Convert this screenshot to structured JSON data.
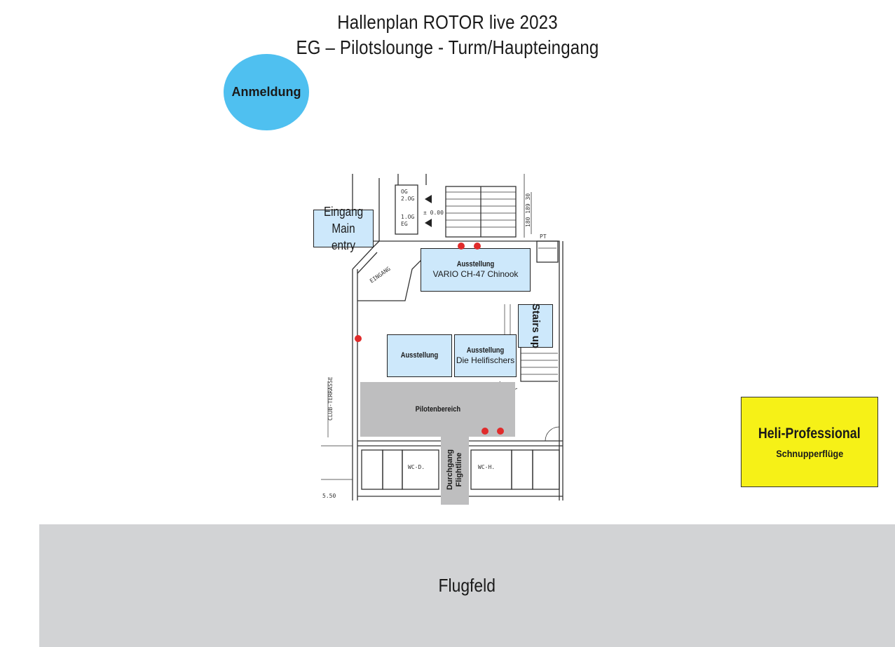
{
  "title": {
    "line1": "Hallenplan ROTOR live 2023",
    "line2": "EG – Pilotslounge - Turm/Haupteingang"
  },
  "anmeldung": "Anmeldung",
  "entrance": {
    "line1": "Eingang",
    "line2": "Main entry"
  },
  "exhibits": {
    "vario": {
      "title": "Ausstellung",
      "subtitle": "VARIO CH-47 Chinook"
    },
    "plain": {
      "title": "Ausstellung"
    },
    "helifischers": {
      "title": "Ausstellung",
      "subtitle": "Die Helifischers"
    }
  },
  "stairs": "Stairs up",
  "pilot_area": "Pilotenbereich",
  "passage": {
    "line1": "Durchgang",
    "line2": "Flightline"
  },
  "sponsor": {
    "name": "Heli-Professional",
    "subtitle": "Schnupperflüge"
  },
  "airfield": "Flugfeld",
  "plan_labels": {
    "eingang": "EINGANG",
    "terrasse": "CLUB-TERRASSE",
    "wc_d": "WC-D.",
    "wc_h": "WC-H.",
    "og": "OG",
    "og2": "2.OG",
    "og1": "1.OG",
    "eg": "EG",
    "level": "± 0.00",
    "dims": "180 189 30",
    "pt": "PT",
    "scale": "5.50"
  },
  "colors": {
    "anmeldung": "#4fc0f0",
    "exhibit": "#cde8fb",
    "pilot_area": "#bebebf",
    "sponsor": "#f6f117",
    "airfield": "#d2d3d5",
    "marker": "#e02b2b"
  }
}
